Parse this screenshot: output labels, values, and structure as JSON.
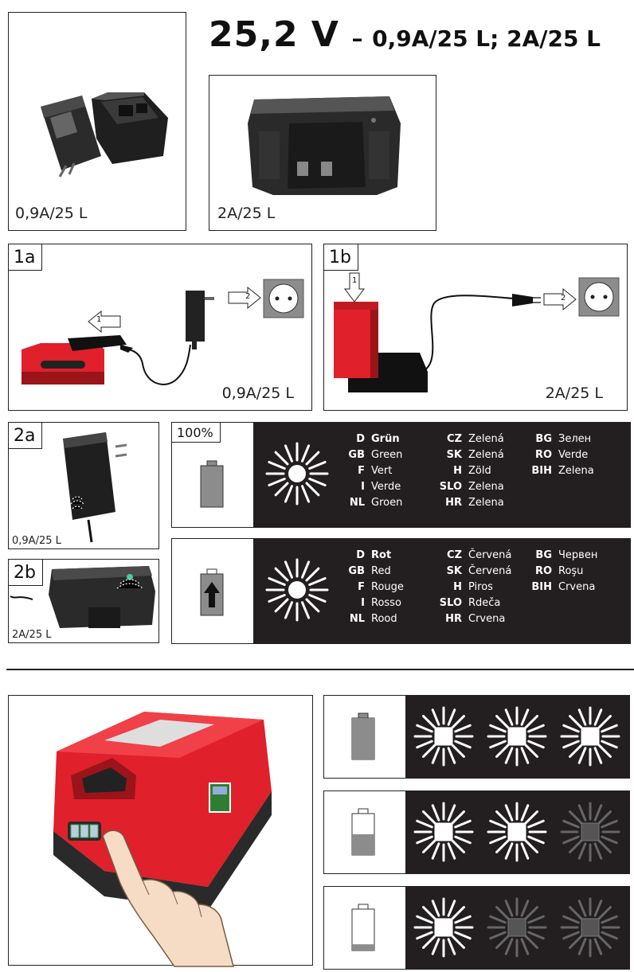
{
  "header": {
    "voltage": "25,2 V",
    "dash": "–",
    "variants": "0,9A/25 L; 2A/25 L"
  },
  "products": [
    {
      "label": "0,9A/25 L"
    },
    {
      "label": "2A/25 L"
    }
  ],
  "steps": {
    "1a": {
      "tag": "1a",
      "label": "0,9A/25 L",
      "arrow1": "1",
      "arrow2": "2"
    },
    "1b": {
      "tag": "1b",
      "label": "2A/25 L",
      "arrow1": "1",
      "arrow2": "2"
    },
    "2a": {
      "tag": "2a",
      "label": "0,9A/25 L"
    },
    "2b": {
      "tag": "2b",
      "label": "2A/25 L"
    }
  },
  "status_full": {
    "percent": "100%",
    "col1": [
      {
        "code": "D",
        "word": "Grün",
        "bold": true
      },
      {
        "code": "GB",
        "word": "Green"
      },
      {
        "code": "F",
        "word": "Vert"
      },
      {
        "code": "I",
        "word": "Verde"
      },
      {
        "code": "NL",
        "word": "Groen"
      }
    ],
    "col2": [
      {
        "code": "CZ",
        "word": "Zelená"
      },
      {
        "code": "SK",
        "word": "Zelená"
      },
      {
        "code": "H",
        "word": "Zöld"
      },
      {
        "code": "SLO",
        "word": "Zelena"
      },
      {
        "code": "HR",
        "word": "Zelena"
      }
    ],
    "col3": [
      {
        "code": "BG",
        "word": "Зелен"
      },
      {
        "code": "RO",
        "word": "Verde"
      },
      {
        "code": "BIH",
        "word": "Zelena"
      }
    ]
  },
  "status_charging": {
    "col1": [
      {
        "code": "D",
        "word": "Rot",
        "bold": true
      },
      {
        "code": "GB",
        "word": "Red"
      },
      {
        "code": "F",
        "word": "Rouge"
      },
      {
        "code": "I",
        "word": "Rosso"
      },
      {
        "code": "NL",
        "word": "Rood"
      }
    ],
    "col2": [
      {
        "code": "CZ",
        "word": "Červená"
      },
      {
        "code": "SK",
        "word": "Červená"
      },
      {
        "code": "H",
        "word": "Piros"
      },
      {
        "code": "SLO",
        "word": "Rdeča"
      },
      {
        "code": "HR",
        "word": "Crvena"
      }
    ],
    "col3": [
      {
        "code": "BG",
        "word": "Червен"
      },
      {
        "code": "RO",
        "word": "Roşu"
      },
      {
        "code": "BIH",
        "word": "Crvena"
      }
    ]
  },
  "capacity": {
    "levels": [
      {
        "fill": 1.0,
        "leds": [
          1,
          1,
          1
        ]
      },
      {
        "fill": 0.5,
        "leds": [
          1,
          1,
          0
        ]
      },
      {
        "fill": 0.15,
        "leds": [
          1,
          0,
          0
        ]
      }
    ]
  },
  "colors": {
    "red": "#e0202a",
    "dark": "#231f20",
    "gray": "#8c8c8c"
  }
}
